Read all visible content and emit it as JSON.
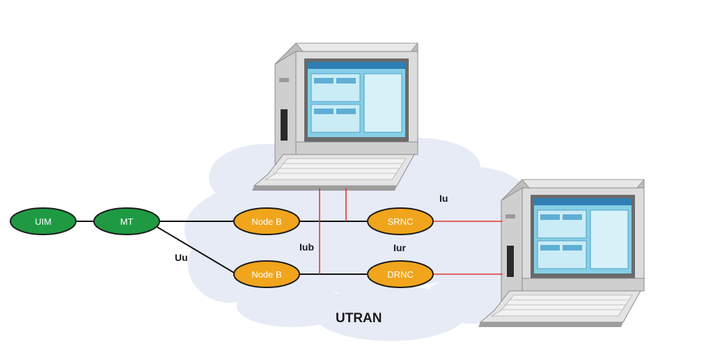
{
  "colors": {
    "cloud": "#e6ebf6",
    "green_node": "#1f9a43",
    "orange_node": "#f0a51c",
    "node_outline": "#1a1a1a",
    "black_link": "#111111",
    "red_link": "#e0382f",
    "terminal_body": "#d8d8d8",
    "terminal_screen": "#8fd3e8"
  },
  "nodes": {
    "uim": "UIM",
    "mt": "MT",
    "node_b_top": "Node B",
    "node_b_bottom": "Node B",
    "srnc": "SRNC",
    "drnc": "DRNC"
  },
  "labels": {
    "iu": "Iu",
    "iub": "Iub",
    "iur": "Iur",
    "uu": "Uu",
    "utran": "UTRAN"
  },
  "icons": {
    "terminal_top": "computer-terminal-icon",
    "terminal_right": "computer-terminal-icon"
  }
}
